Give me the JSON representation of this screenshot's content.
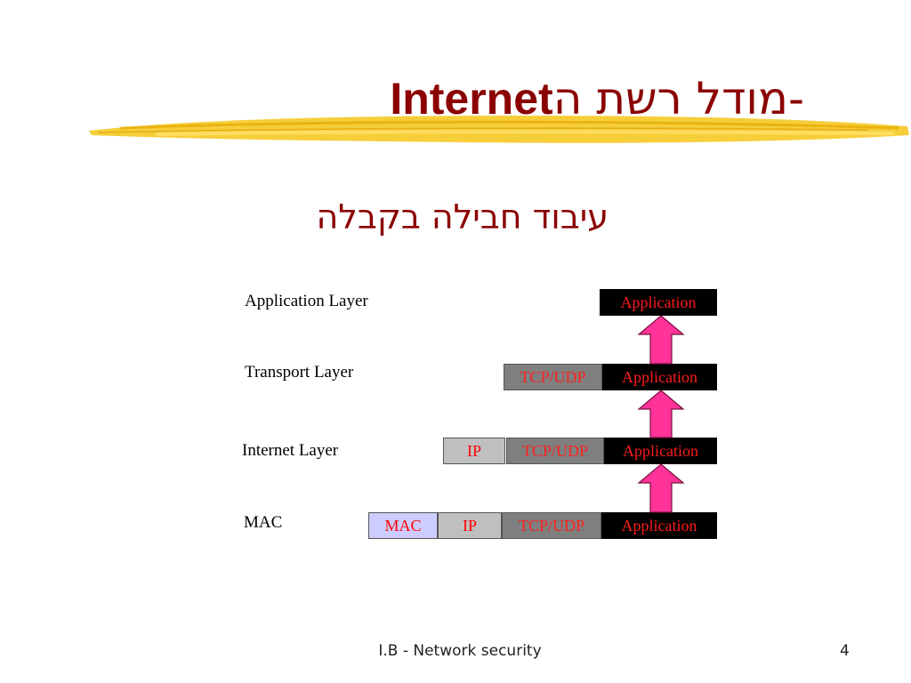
{
  "slide": {
    "title_he": "מודל רשת ה-",
    "title_en": "Internet",
    "subtitle": "עיבוד חבילה בקבלה",
    "footer": "I.B - Network security",
    "page_number": "4"
  },
  "layers": [
    {
      "label": "Application Layer"
    },
    {
      "label": "Transport Layer"
    },
    {
      "label": "Internet Layer"
    },
    {
      "label": "MAC"
    }
  ],
  "boxes": {
    "application": "Application",
    "tcp_udp": "TCP/UDP",
    "ip": "IP",
    "mac": "MAC"
  },
  "colors": {
    "title": "#8b0000",
    "arrow": "#ff3399",
    "brush": "#f5c518"
  }
}
